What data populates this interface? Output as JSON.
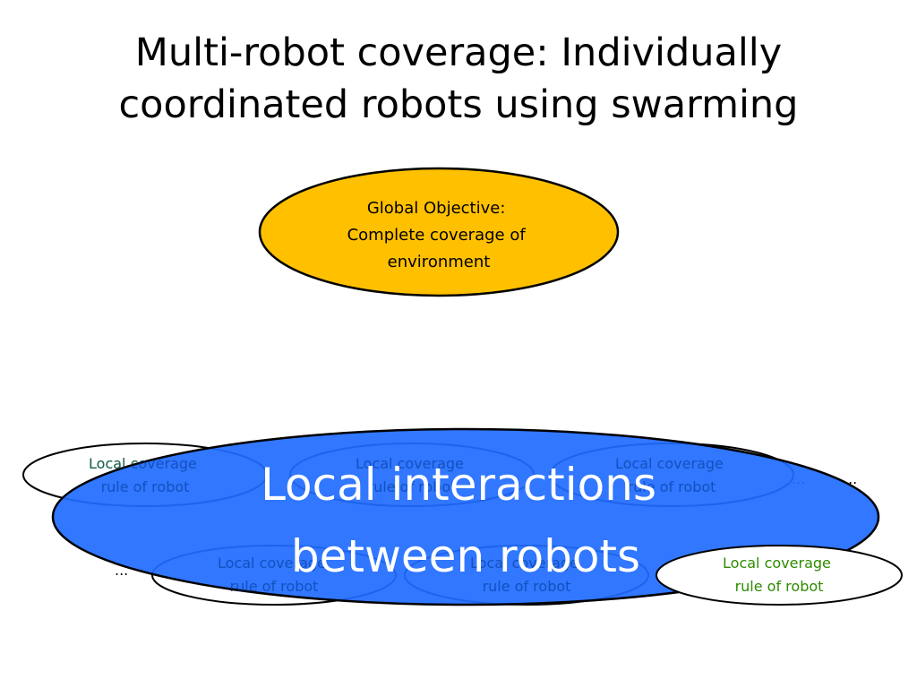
{
  "title": {
    "line1": "Multi-robot coverage: Individually",
    "line2": "coordinated robots using swarming"
  },
  "global_objective": {
    "line1": "Global Objective:",
    "line2": "Complete coverage of",
    "line3": "environment",
    "fill": "#FFC000"
  },
  "local_interactions": {
    "line1": "Local interactions",
    "line2": "between robots",
    "fill": "#1F6BFF"
  },
  "robot_rule": {
    "line1": "Local coverage",
    "line2": "rule of robot",
    "green": "#2E8B00",
    "blue": "#0A3A9A"
  },
  "ellipsis": "..."
}
